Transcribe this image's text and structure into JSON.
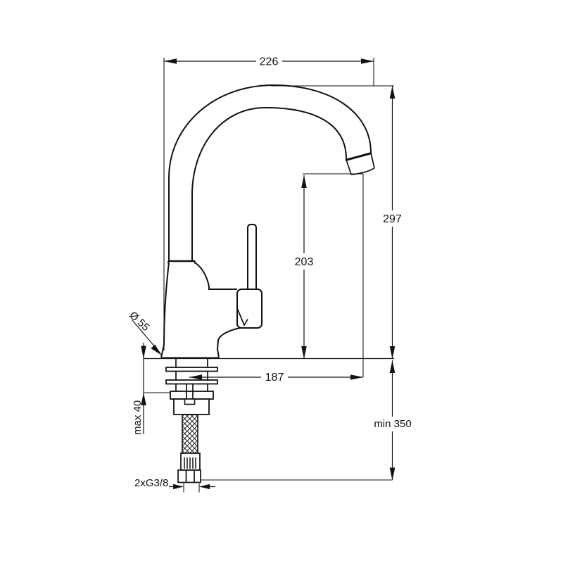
{
  "ink": "#111111",
  "background": "#ffffff",
  "drawing": {
    "subject": "kitchen-mixer-tap-side-view-dimension-drawing",
    "dims": {
      "spout_width": "226",
      "total_height": "297",
      "outlet_height": "203",
      "spout_reach": "187",
      "base_diameter": "Ø 55",
      "max_deck": "max 40",
      "min_hose": "min 350",
      "connection": "2xG3/8"
    }
  }
}
